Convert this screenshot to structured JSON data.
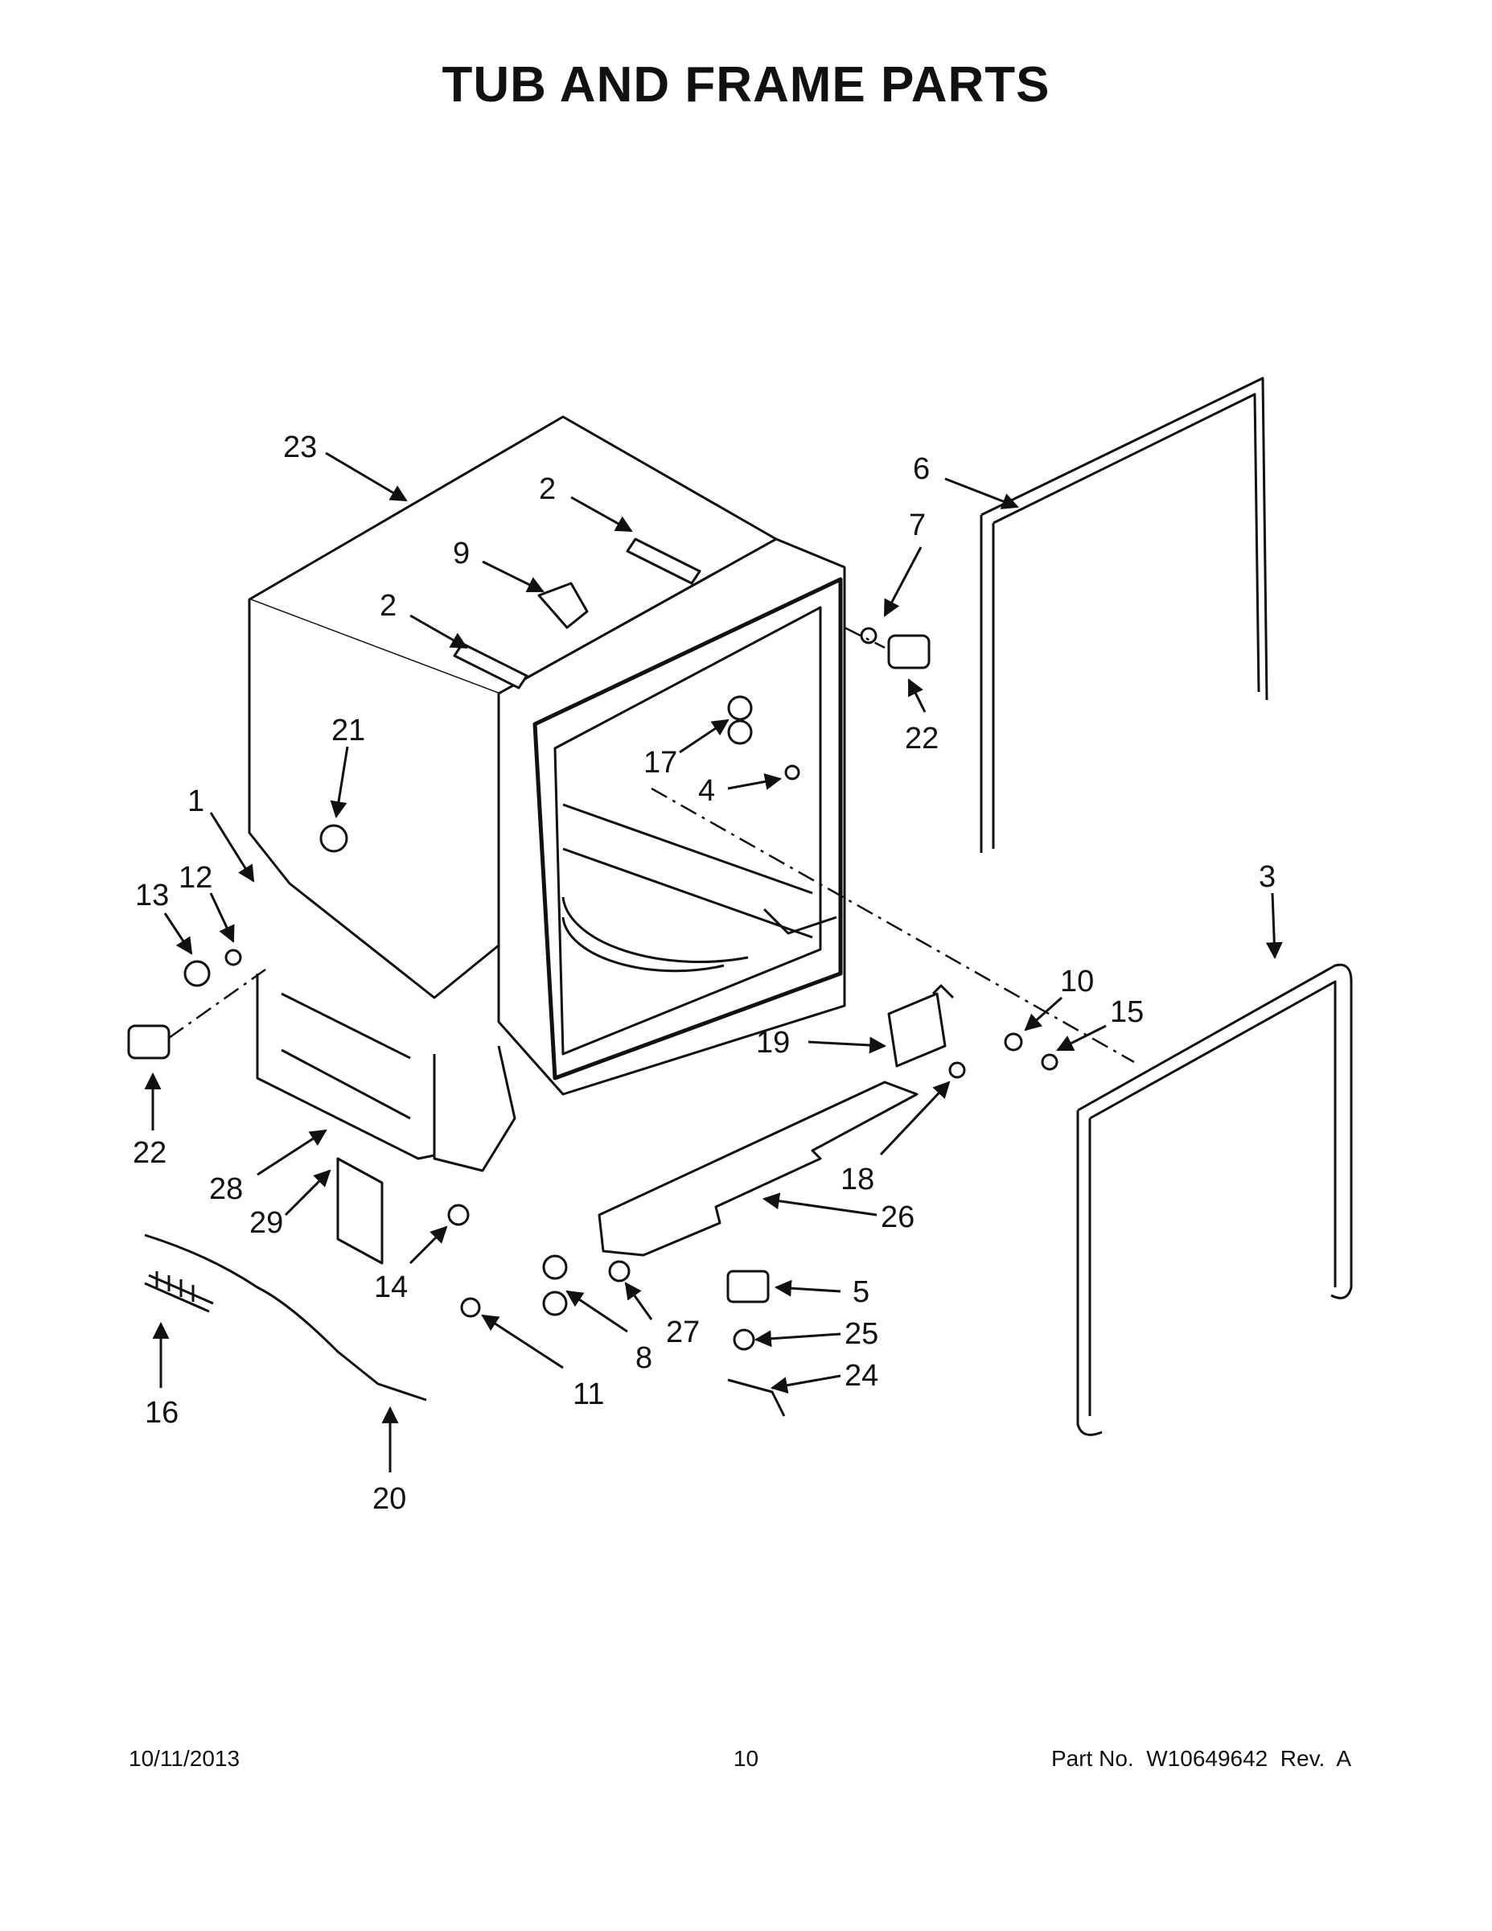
{
  "page": {
    "title": "TUB AND FRAME PARTS",
    "footer": {
      "date": "10/11/2013",
      "page_number": "10",
      "part_number": "Part No.  W10649642  Rev.  A"
    }
  },
  "diagram": {
    "callouts": [
      "23",
      "2",
      "9",
      "2",
      "21",
      "1",
      "12",
      "13",
      "22",
      "6",
      "7",
      "22",
      "17",
      "4",
      "3",
      "10",
      "15",
      "19",
      "18",
      "26",
      "28",
      "29",
      "14",
      "16",
      "20",
      "11",
      "8",
      "27",
      "5",
      "25",
      "24"
    ]
  }
}
